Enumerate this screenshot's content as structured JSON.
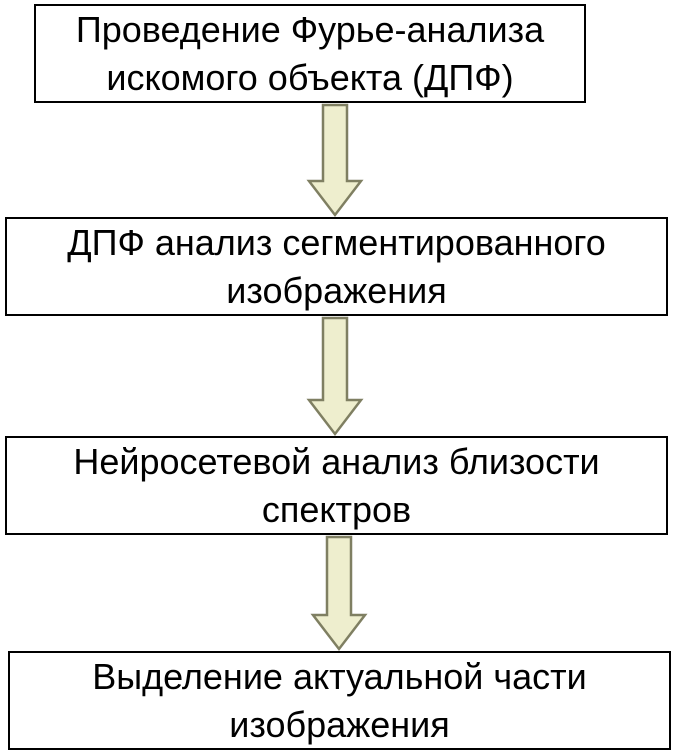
{
  "diagram": {
    "steps": [
      {
        "line1": "Проведение Фурье-анализа",
        "line2": "искомого объекта (ДПФ)"
      },
      {
        "line1": "ДПФ анализ сегментированного",
        "line2": "изображения"
      },
      {
        "line1": "Нейросетевой анализ близости",
        "line2": "спектров"
      },
      {
        "line1": "Выделение актуальной части",
        "line2": "изображения"
      }
    ],
    "colors": {
      "box_border": "#000000",
      "arrow_fill": "#EEEECE",
      "arrow_stroke": "#7F7F62"
    }
  }
}
